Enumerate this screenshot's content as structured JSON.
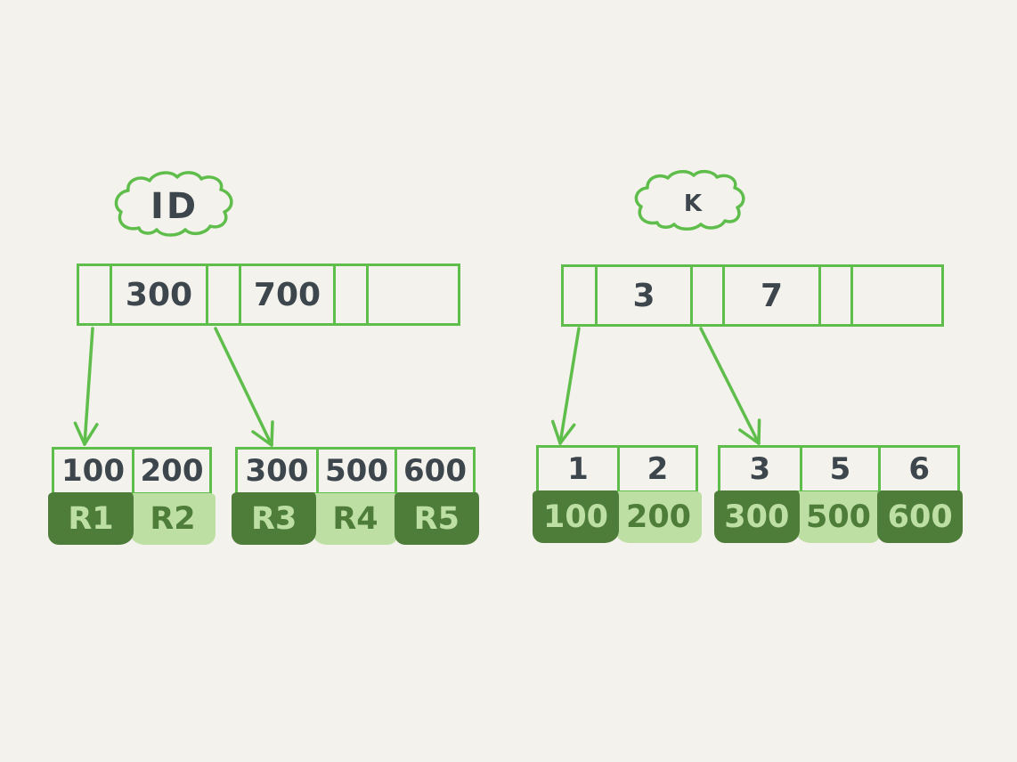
{
  "colors": {
    "background": "#f4f2ec",
    "stroke_green": "#5fbe4b",
    "ink": "#3c464c",
    "record_dark_green": "#4e7d3a",
    "record_light_green": "#bedfa4"
  },
  "left_index": {
    "label": "ID",
    "root_cells": [
      "",
      "300",
      "",
      "700",
      "",
      ""
    ],
    "leaves": [
      {
        "keys": [
          "100",
          "200"
        ],
        "records": [
          "R1",
          "R2"
        ]
      },
      {
        "keys": [
          "300",
          "500",
          "600"
        ],
        "records": [
          "R3",
          "R4",
          "R5"
        ]
      }
    ]
  },
  "right_index": {
    "label": "K",
    "root_cells": [
      "",
      "3",
      "",
      "7",
      "",
      ""
    ],
    "leaves": [
      {
        "keys": [
          "1",
          "2"
        ],
        "records": [
          "100",
          "200"
        ]
      },
      {
        "keys": [
          "3",
          "5",
          "6"
        ],
        "records": [
          "300",
          "500",
          "600"
        ]
      }
    ]
  }
}
